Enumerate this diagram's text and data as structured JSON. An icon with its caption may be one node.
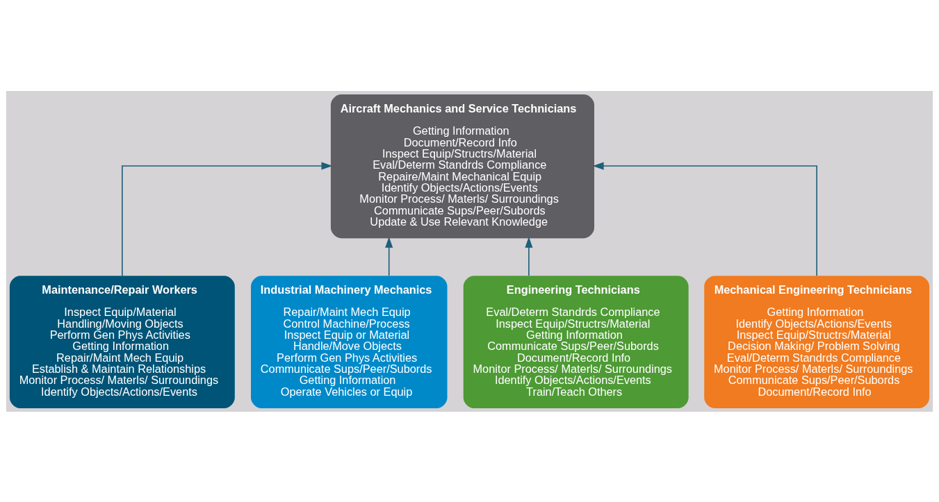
{
  "diagram": {
    "nodes": [
      {
        "text": [
          "Aircraft Mechanics and Service Technicians",
          "Getting Information",
          "Document/Record Info",
          "Inspect Equip/Structrs/Material",
          "Eval/Determ Standrds Compliance",
          "Repaire/Maint Mechanical Equip",
          "Identify Objects/Actions/Events",
          "Monitor Process/ Materls/ Surroundings",
          "Communicate Sups/Peer/Subords",
          "Update & Use Relevant Knowledge"
        ]
      },
      {
        "text": [
          "Maintenance/Repair Workers",
          "Inspect Equip/Material",
          "Handling/Moving Objects",
          "Perform Gen Phys Activities",
          "Getting Information",
          "Repair/Maint Mech Equip",
          "Establish & Maintain Relationships",
          "Monitor Process/ Materls/ Surroundings",
          "Identify Objects/Actions/Events"
        ]
      },
      {
        "text": [
          "Industrial Machinery Mechanics",
          "Repair/Maint Mech Equip",
          "Control Machine/Process",
          "Inspect Equip or Material",
          "Handle/Move Objects",
          "Perform Gen Phys Activities",
          "Communicate Sups/Peer/Subords",
          "Getting Information",
          "Operate Vehicles or Equip"
        ]
      },
      {
        "text": [
          "Engineering Technicians",
          "Eval/Determ Standrds Compliance",
          "Inspect Equip/Structrs/Material",
          "Getting Information",
          "Communicate Sups/Peer/Subords",
          "Document/Record Info",
          "Monitor Process/ Materls/ Surroundings",
          "Identify Objects/Actions/Events",
          "Train/Teach Others"
        ]
      },
      {
        "text": [
          "Mechanical Engineering Technicians",
          "Getting Information",
          "Identify Objects/Actions/Events",
          "Inspect Equip/Structrs/Material",
          "Decision Making/ Problem Solving",
          "Eval/Determ Standrds Compliance",
          "Monitor Process/ Materls/ Surroundings",
          "Communicate Sups/Peer/Subords",
          "Document/Record Info"
        ]
      }
    ],
    "edges": [
      {
        "from": 1,
        "to": 0,
        "arrow": "to"
      },
      {
        "from": 2,
        "to": 0,
        "arrow": "to"
      },
      {
        "from": 3,
        "to": 0,
        "arrow": "to"
      },
      {
        "from": 4,
        "to": 0,
        "arrow": "to"
      }
    ]
  }
}
